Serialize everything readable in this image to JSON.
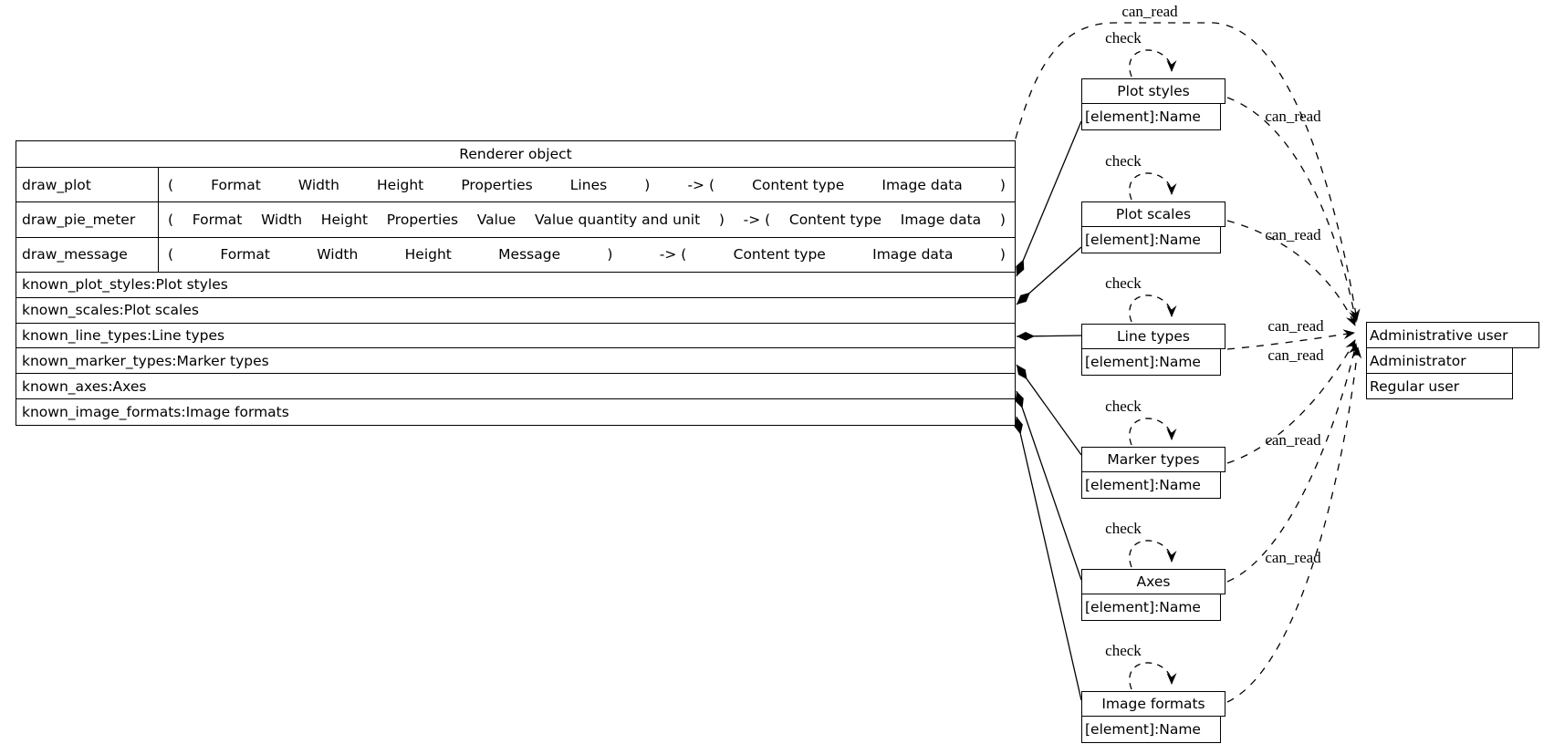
{
  "diagram": {
    "renderer": {
      "title": "Renderer object",
      "methods": [
        {
          "name": "draw_plot",
          "tokens": [
            "(",
            "Format",
            "Width",
            "Height",
            "Properties",
            "Lines",
            ")",
            "-> (",
            "Content type",
            "Image data",
            ")"
          ]
        },
        {
          "name": "draw_pie_meter",
          "tokens": [
            "(",
            "Format",
            "Width",
            "Height",
            "Properties",
            "Value",
            "Value quantity and unit",
            ")",
            "-> (",
            "Content type",
            "Image data",
            ")"
          ]
        },
        {
          "name": "draw_message",
          "tokens": [
            "(",
            "Format",
            "Width",
            "Height",
            "Message",
            ")",
            "-> (",
            "Content type",
            "Image data",
            ")"
          ]
        }
      ],
      "attributes": [
        "known_plot_styles:Plot styles",
        "known_scales:Plot scales",
        "known_line_types:Line types",
        "known_marker_types:Marker types",
        "known_axes:Axes",
        "known_image_formats:Image formats"
      ]
    },
    "elements": [
      {
        "title": "Plot styles",
        "member": "[element]:Name"
      },
      {
        "title": "Plot scales",
        "member": "[element]:Name"
      },
      {
        "title": "Line types",
        "member": "[element]:Name"
      },
      {
        "title": "Marker types",
        "member": "[element]:Name"
      },
      {
        "title": "Axes",
        "member": "[element]:Name"
      },
      {
        "title": "Image formats",
        "member": "[element]:Name"
      }
    ],
    "users": {
      "title": "Administrative user",
      "rows": [
        "Administrator",
        "Regular user"
      ]
    },
    "labels": {
      "check": "check",
      "can_read": "can_read"
    }
  }
}
